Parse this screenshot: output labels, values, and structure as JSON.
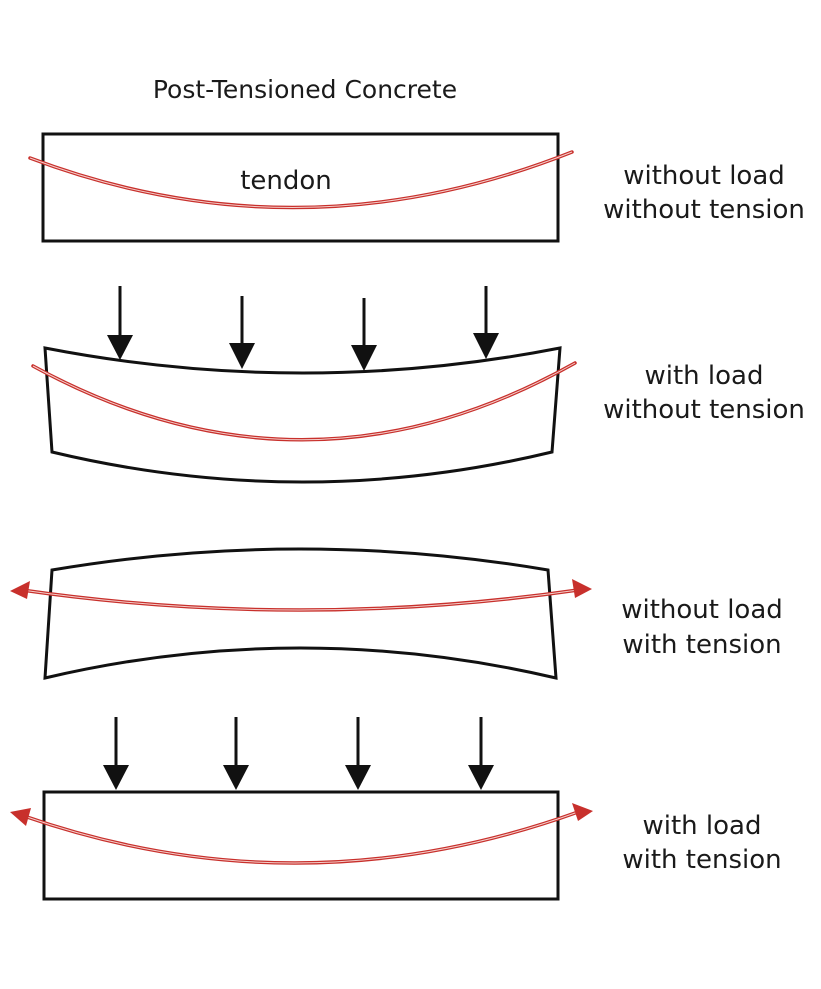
{
  "title": "Post-Tensioned Concrete",
  "tendon_label": "tendon",
  "panels": [
    {
      "caption_line1": "without load",
      "caption_line2": "without tension",
      "loaded": false,
      "tensioned": false
    },
    {
      "caption_line1": "with load",
      "caption_line2": "without tension",
      "loaded": true,
      "tensioned": false
    },
    {
      "caption_line1": "without load",
      "caption_line2": "with tension",
      "loaded": false,
      "tensioned": true
    },
    {
      "caption_line1": "with load",
      "caption_line2": "with tension",
      "loaded": true,
      "tensioned": true
    }
  ],
  "colors": {
    "tendon": "#c8302c",
    "outline": "#111111"
  }
}
